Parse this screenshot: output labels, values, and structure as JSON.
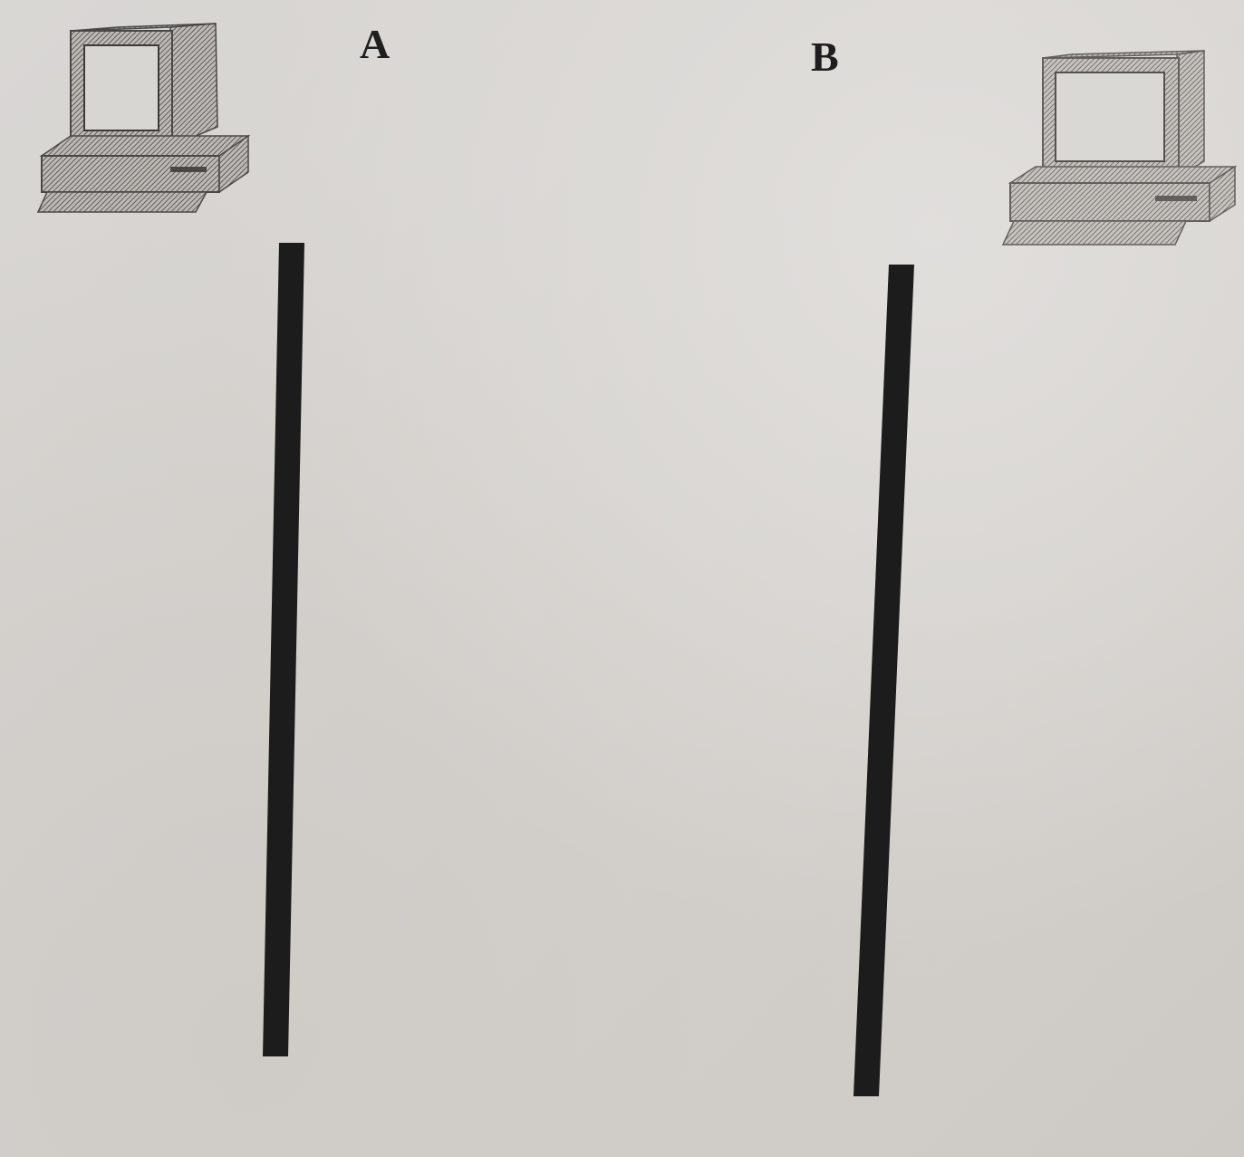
{
  "hosts": [
    {
      "id": "a",
      "label": "A",
      "icon": "computer-icon"
    },
    {
      "id": "b",
      "label": "B",
      "icon": "computer-icon"
    }
  ],
  "colors": {
    "paper": "#d6d3cf",
    "line": "#1c1c1c",
    "text": "#1e1e1e",
    "icon_hatch": "#6e6c69"
  }
}
